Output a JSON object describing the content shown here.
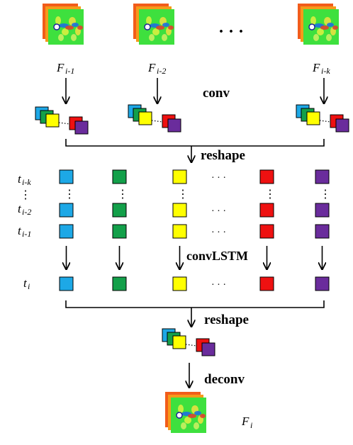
{
  "colors": {
    "blue": "#1da8e6",
    "green": "#13a04a",
    "yellow": "#ffff00",
    "red": "#ee1111",
    "purple": "#6a2c9c",
    "field_bg": "#3ee03e",
    "stroke": "#000000"
  },
  "labels": {
    "inputs": [
      {
        "base": "F",
        "sub": "i-1"
      },
      {
        "base": "F",
        "sub": "i-2"
      },
      {
        "base": "F",
        "sub": "i-k"
      }
    ],
    "output": {
      "base": "F",
      "sub": "i"
    },
    "conv": "conv",
    "reshape_top": "reshape",
    "conv_lstm": "convLSTM",
    "reshape_bottom": "reshape",
    "deconv": "deconv",
    "row_labels": [
      {
        "base": "t",
        "sub": "i-k"
      },
      {
        "base": "t",
        "sub": "i-2"
      },
      {
        "base": "t",
        "sub": "i-1"
      },
      {
        "base": "t",
        "sub": "i"
      }
    ],
    "ellipsis_h": "· · ·",
    "ellipsis_top": "· · ·",
    "ellipsis_v": "⋮"
  }
}
